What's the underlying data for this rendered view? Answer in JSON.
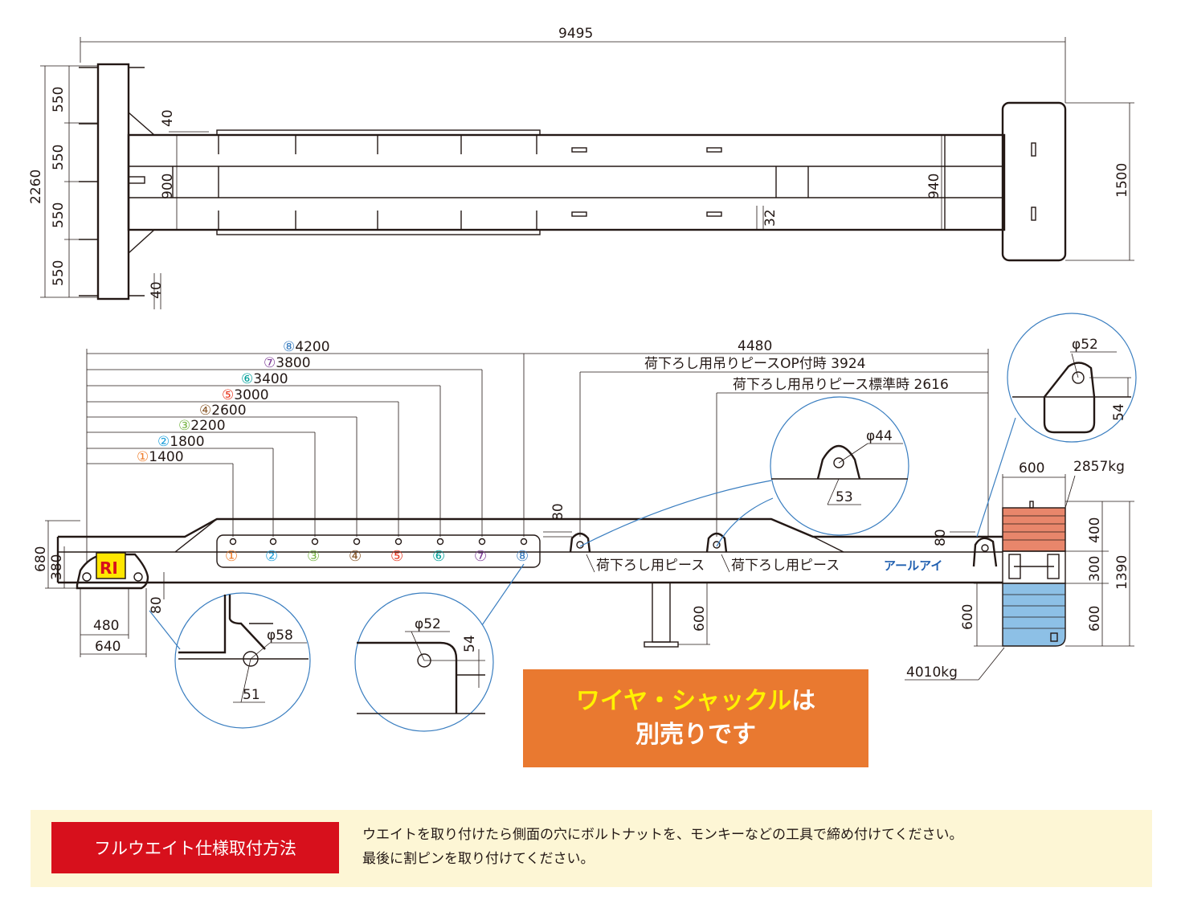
{
  "colors": {
    "line": "#231815",
    "leader": "#3a7ec0",
    "notice_bg": "#e97930",
    "notice_highlight": "#fff200",
    "footer_bg": "#fdf6d5",
    "footer_label_bg": "#d7101c",
    "weight_top": "#e8866b",
    "weight_bottom": "#8dc0e6",
    "logo_bg": "#ffe600"
  },
  "top_view": {
    "overall_length": "9495",
    "overall_width": "2260",
    "spacings": [
      "550",
      "550",
      "550",
      "550"
    ],
    "gap_top": "40",
    "gap_bottom": "40",
    "inner_width": "900",
    "rear_inner": "940",
    "rear_width": "1500",
    "plate": "32"
  },
  "side_view": {
    "hole_positions": [
      {
        "mark": "⑧",
        "value": "4200",
        "color": "#3a7ec0"
      },
      {
        "mark": "⑦",
        "value": "3800",
        "color": "#7f3f98"
      },
      {
        "mark": "⑥",
        "value": "3400",
        "color": "#00a09a"
      },
      {
        "mark": "⑤",
        "value": "3000",
        "color": "#e83820"
      },
      {
        "mark": "④",
        "value": "2600",
        "color": "#8a5a2b"
      },
      {
        "mark": "③",
        "value": "2200",
        "color": "#7ab648"
      },
      {
        "mark": "②",
        "value": "1800",
        "color": "#1ea0dc"
      },
      {
        "mark": "①",
        "value": "1400",
        "color": "#f08030"
      }
    ],
    "hole_labels": [
      "①",
      "②",
      "③",
      "④",
      "⑤",
      "⑥",
      "⑦",
      "⑧"
    ],
    "length_4480": "4480",
    "op_piece": "荷下ろし用吊りピースOP付時 3924",
    "std_piece": "荷下ろし用吊りピース標準時 2616",
    "piece_label_1": "荷下ろし用ピース",
    "piece_label_2": "荷下ろし用ピース",
    "brand": "アールアイ",
    "logo": "RI",
    "dim_680": "680",
    "dim_380": "380",
    "dim_480": "480",
    "dim_640": "640",
    "dim_80_left": "80",
    "dim_80_mid": "80",
    "dim_80_right": "80",
    "dim_600_leg": "600",
    "dim_600_rear": "600",
    "weight_width": "600",
    "weight_top_kg": "2857kg",
    "weight_bottom_kg": "4010kg",
    "h_400": "400",
    "h_300": "300",
    "h_600": "600",
    "h_1390": "1390"
  },
  "details": {
    "top_right": {
      "dia": "φ52",
      "dim": "54"
    },
    "middle": {
      "dia": "φ44",
      "dim": "53"
    },
    "bottom_left": {
      "dia": "φ58",
      "dim": "51"
    },
    "bottom_mid": {
      "dia": "φ52",
      "dim": "54"
    }
  },
  "notice": {
    "line1_highlight": "ワイヤ・シャックル",
    "line1_rest": "は",
    "line2": "別売りです"
  },
  "footer": {
    "label": "フルウエイト仕様取付方法",
    "line1": "ウエイトを取り付けたら側面の穴にボルトナットを、モンキーなどの工具で締め付けてください。",
    "line2": "最後に割ピンを取り付けてください。"
  }
}
